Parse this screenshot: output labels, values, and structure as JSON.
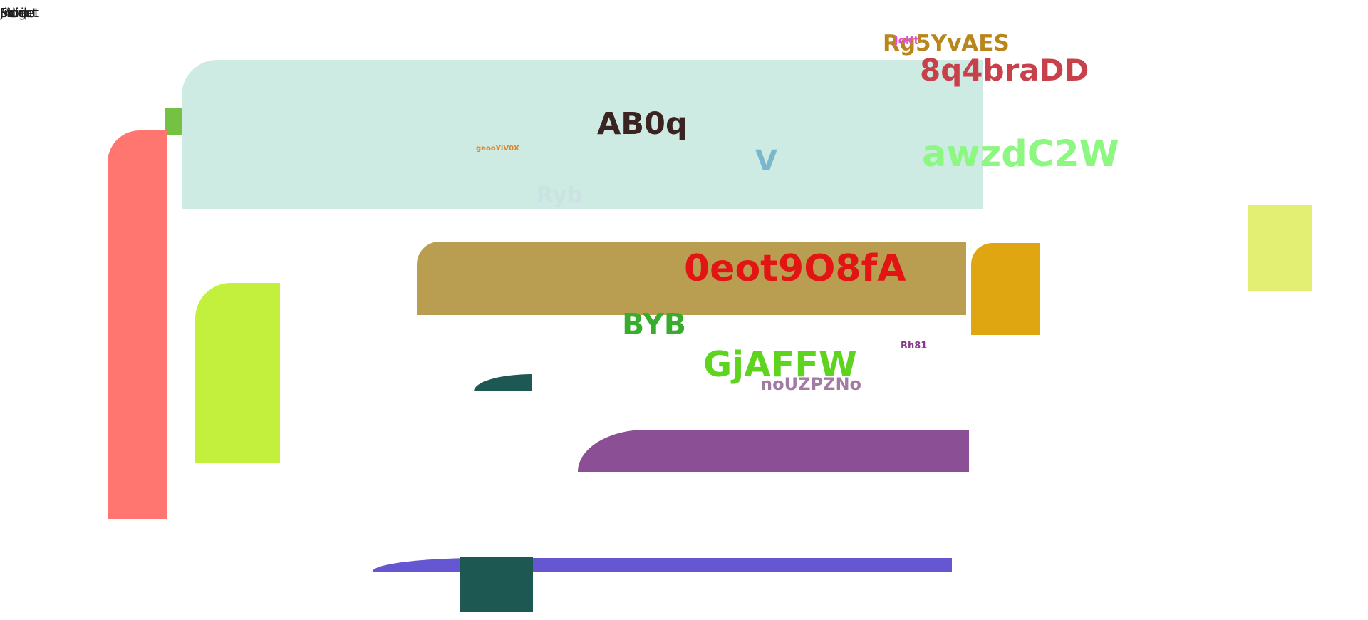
{
  "corner_labels": [
    "Mode",
    "Inline",
    "Script",
    "Fidget",
    "Jitter"
  ],
  "labels": {
    "rg5yvaes": "Rg5YvAES",
    "jokt": "JoKt",
    "q4bradd": "8q4braDD",
    "ab0q": "AB0q",
    "awzdc2w": "awzdC2W",
    "geooyiv0x": "geooYiV0X",
    "v": "V",
    "ryb": "Ryb",
    "eot9o8fa": "0eot9O8fA",
    "byb": "BYB",
    "rh81": "Rh81",
    "gjaffw": "GjAFFW",
    "nouzpzno": "noUZPZNo"
  },
  "colors": {
    "mint_panel": "#cdeae3",
    "salmon_bar": "#ff7570",
    "green_tab": "#74c143",
    "lime_panel": "#c2f03c",
    "khaki_band": "#b99e52",
    "amber_block": "#e0a612",
    "yellow_block": "#e3ef72",
    "teal_block": "#1e5852",
    "purple_band": "#8a4f94",
    "blue_bar": "#6457d1"
  }
}
